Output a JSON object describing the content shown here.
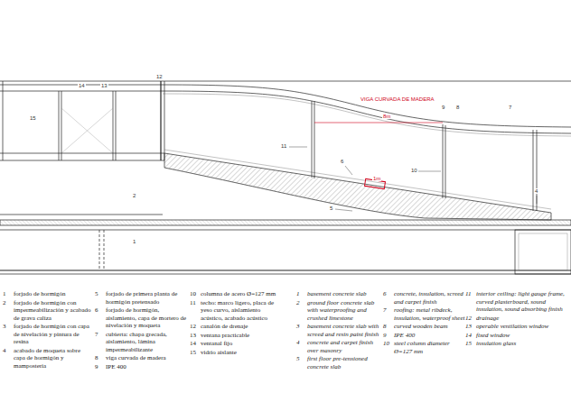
{
  "diagram": {
    "labels": [
      "14",
      "13",
      "12",
      "15",
      "VIGA CURVADA DE MADERA",
      "9",
      "8",
      "7",
      "8m",
      "11",
      "6",
      "10",
      "1m",
      "4",
      "5",
      "2",
      "1",
      "1",
      "forjado de hormigón",
      "2",
      "forjado de hormigón con impermeabilización y acabado de grava caliza",
      "3",
      "forjado de hormigón con capa de nivelación y pintura de resina",
      "4",
      "acabado de moqueta sobre capa de hormigón y mampostería",
      "5",
      "forjado de primera planta de hormigón pretensado",
      "6",
      "forjado de hormigón, aislamiento, capa de mortero de nivelación y moqueta",
      "7",
      "cubierta: chapa grecada, aislamiento, lámina impermeabilizante",
      "8",
      "viga curvada de madera",
      "9",
      "IPE 400",
      "10",
      "columna de acero Ø=127 mm",
      "11",
      "techo: marco ligero, placa de yeso curvo, aislamiento acústico, acabado acústico",
      "12",
      "canalón de drenaje",
      "13",
      "ventana practicable",
      "14",
      "ventanal fijo",
      "15",
      "vidrio aislante",
      "1",
      "basement concrete slab",
      "2",
      "ground floor concrete slab with waterproofing and crushed limestone",
      "3",
      "basement concrete slab with screed and resin paint finish",
      "4",
      "concrete and carpet finish over masonry",
      "5",
      "first floor pre-tensioned concrete slab",
      "6",
      "concrete, insulation, screed and carpet finish",
      "7",
      "roofing: metal ribdeck, insulation, waterproof sheet",
      "8",
      "curved wooden beam",
      "9",
      "IPE 400",
      "10",
      "steel column diameter Ø=127 mm",
      "11",
      "interior ceiling: light gauge frame, curved plasterboard, sound insulation, sound absorbing finish",
      "12",
      "drainage",
      "13",
      "operable ventilation window",
      "14",
      "fixed window",
      "15",
      "insulation glass"
    ]
  }
}
